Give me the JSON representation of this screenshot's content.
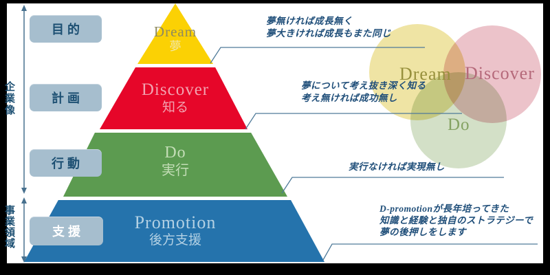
{
  "frame": {
    "surround_color": "#000000",
    "content_bg": "#FFFFFF"
  },
  "left_axis": {
    "upper_label": "企業像",
    "lower_label": "事業領域",
    "arrow_color": "#47708E",
    "text_color": "#1C4F72"
  },
  "stage_boxes": {
    "bg": "#A6BECE",
    "items": [
      {
        "label": "目的",
        "text_color": "#1C4F72"
      },
      {
        "label": "計画",
        "text_color": "#1C4F72"
      },
      {
        "label": "行動",
        "text_color": "#1C4F72"
      },
      {
        "label": "支援",
        "text_color": "#FFFFFF"
      }
    ]
  },
  "pyramid": {
    "levels": [
      {
        "en": "Dream",
        "ja": "夢",
        "fill": "#FBD104",
        "en_color": "#8F8A5E",
        "ja_color": "#F2E7A9"
      },
      {
        "en": "Discover",
        "ja": "知る",
        "fill": "#E60629",
        "en_color": "#F2A2B0",
        "ja_color": "#F2A2B0"
      },
      {
        "en": "Do",
        "ja": "実行",
        "fill": "#5C9B50",
        "en_color": "#C3DDB6",
        "ja_color": "#C3DDB6"
      },
      {
        "en": "Promotion",
        "ja": "後方支援",
        "fill": "#2573AC",
        "en_color": "#B3D1E4",
        "ja_color": "#B3D1E4"
      }
    ]
  },
  "annotations": {
    "text_color": "#1F4E79",
    "line_color": "#4F7A99",
    "items": [
      {
        "lines": [
          "夢無ければ成長無く",
          "夢大きければ成長もまた同じ"
        ]
      },
      {
        "lines": [
          "夢について考え抜き深く知る",
          "考え無ければ成功無し"
        ]
      },
      {
        "lines": [
          "実行なければ実現無し"
        ]
      },
      {
        "lines": [
          "D-promotionが長年培ってきた",
          "知識と経験と独自のストラテジーで",
          "夢の後押しをします"
        ]
      }
    ]
  },
  "venn": {
    "circles": [
      {
        "label": "Dream",
        "fill": "#EFE4A4",
        "label_color": "#97903C"
      },
      {
        "label": "Discover",
        "fill": "#ECC3CA",
        "label_color": "#B5697A"
      },
      {
        "label": "Do",
        "fill": "#D3E0C7",
        "label_color": "#84A262"
      }
    ]
  }
}
